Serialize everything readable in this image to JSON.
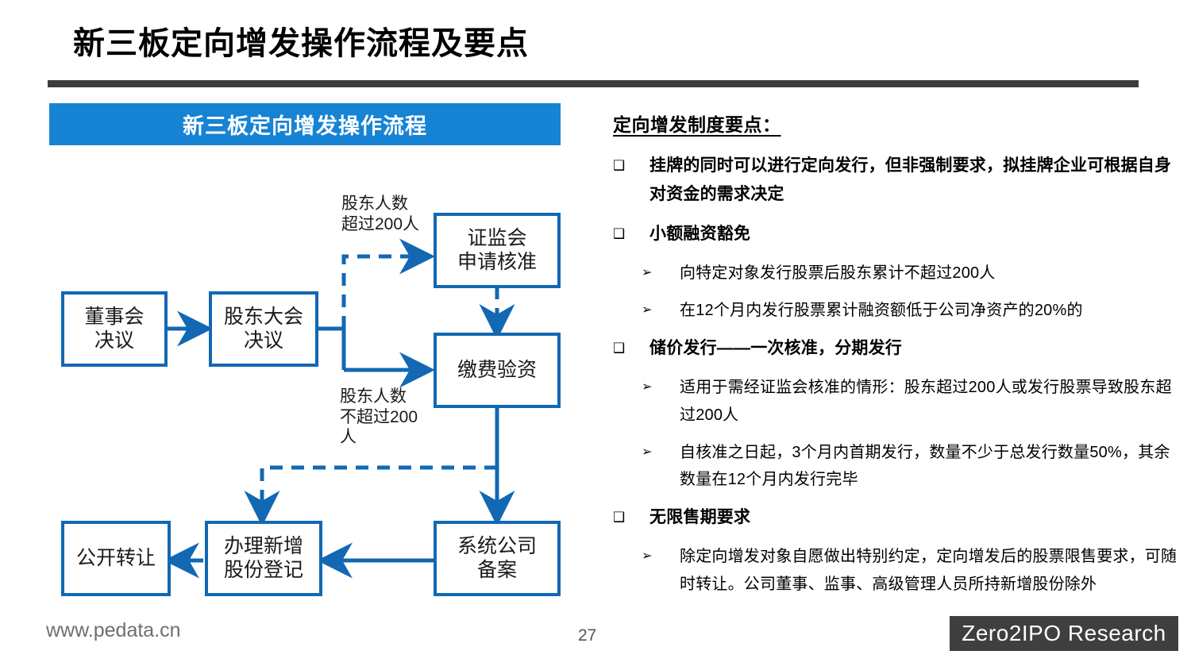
{
  "slide": {
    "title": "新三板定向增发操作流程及要点",
    "page_number": "27",
    "footer_url": "www.pedata.cn",
    "brand": "Zero2IPO Research",
    "accent_blue": "#1683d4",
    "line_blue": "#1268b3",
    "rule_gray": "#3c3c3c",
    "badge_gray": "#3f3f3f"
  },
  "flowchart": {
    "banner": "新三板定向增发操作流程",
    "nodes": [
      {
        "id": "board",
        "label": "董事会\n决议"
      },
      {
        "id": "shareholder",
        "label": "股东大会\n决议"
      },
      {
        "id": "csrc",
        "label": "证监会\n申请核准"
      },
      {
        "id": "payment",
        "label": "缴费验资"
      },
      {
        "id": "filing",
        "label": "系统公司\n备案"
      },
      {
        "id": "registration",
        "label": "办理新增\n股份登记"
      },
      {
        "id": "transfer",
        "label": "公开转让"
      }
    ],
    "edge_labels": [
      {
        "id": "over200",
        "text": "股东人数\n超过200人"
      },
      {
        "id": "under200",
        "text": "股东人数\n不超过200\n人"
      }
    ]
  },
  "points": {
    "heading": "定向增发制度要点：",
    "marker_l1": "❑",
    "marker_l2": "➢",
    "items": [
      {
        "level": 1,
        "text": "挂牌的同时可以进行定向发行，但非强制要求，拟挂牌企业可根据自身对资金的需求决定"
      },
      {
        "level": 1,
        "text": "小额融资豁免"
      },
      {
        "level": 2,
        "text": "向特定对象发行股票后股东累计不超过200人"
      },
      {
        "level": 2,
        "text": "在12个月内发行股票累计融资额低于公司净资产的20%的"
      },
      {
        "level": 1,
        "text": "储价发行——一次核准，分期发行"
      },
      {
        "level": 2,
        "text": "适用于需经证监会核准的情形：股东超过200人或发行股票导致股东超过200人"
      },
      {
        "level": 2,
        "text": "自核准之日起，3个月内首期发行，数量不少于总发行数量50%，其余数量在12个月内发行完毕"
      },
      {
        "level": 1,
        "text": "无限售期要求"
      },
      {
        "level": 2,
        "text": "除定向增发对象自愿做出特别约定，定向增发后的股票限售要求，可随时转让。公司董事、监事、高级管理人员所持新增股份除外"
      }
    ]
  }
}
